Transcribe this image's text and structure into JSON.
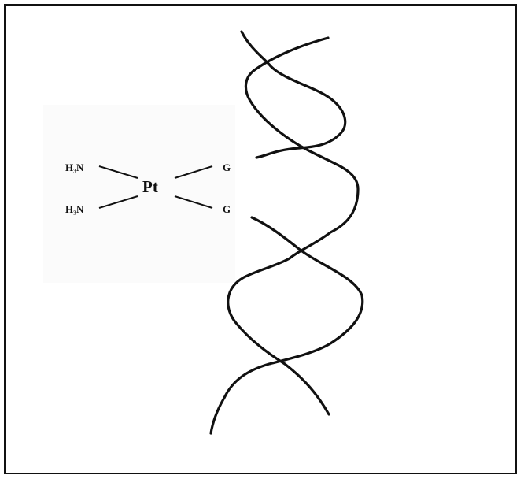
{
  "complex": {
    "ligand_top": "H₃N",
    "ligand_bottom": "H₃N",
    "metal": "Pt",
    "base_top": "G",
    "base_bottom": "G"
  },
  "colors": {
    "stroke": "#111111",
    "complex_panel": "#fbfbfb",
    "background": "#ffffff"
  }
}
